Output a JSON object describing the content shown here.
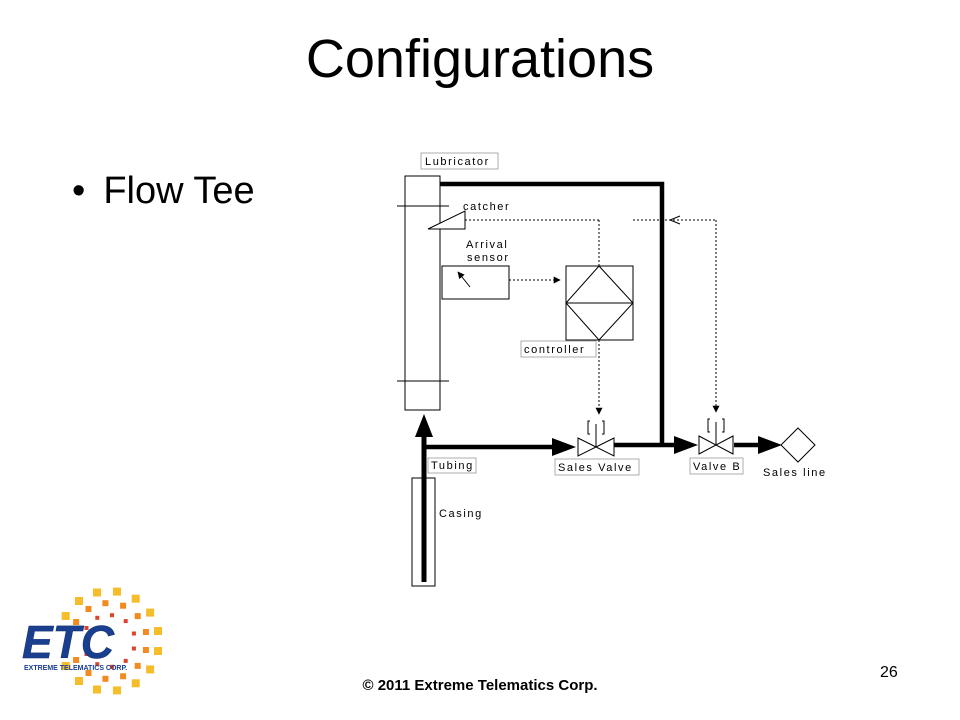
{
  "slide": {
    "title": "Configurations",
    "bullet_symbol": "•",
    "bullet_text": "Flow Tee",
    "copyright": "© 2011 Extreme Telematics Corp.",
    "page_number": "26"
  },
  "diagram_labels": {
    "lubricator": "Lubricator",
    "catcher": "catcher",
    "arrival_line1": "Arrival",
    "arrival_line2": "sensor",
    "controller": "controller",
    "tubing": "Tubing",
    "casing": "Casing",
    "sales_valve": "Sales Valve",
    "valve_b": "Valve B",
    "sales_line": "Sales line"
  },
  "logo": {
    "letters": "ETC",
    "caption": "EXTREME TELEMATICS CORP.",
    "colors": {
      "letters": "#1a3f8f",
      "dots_red": "#d8452b",
      "dots_orange": "#f08a21",
      "dots_yellow": "#f6bd2a"
    }
  }
}
